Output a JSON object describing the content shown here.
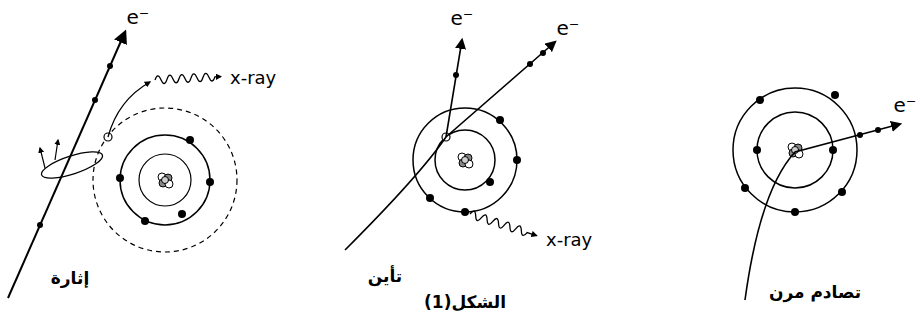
{
  "diagram": {
    "caption": "الشكل(1)",
    "labels": [
      "e⁻",
      "x-ray",
      "إثارة",
      "e⁻",
      "e⁻",
      "x-ray",
      "تأين",
      "e⁻",
      "تصادم مرن"
    ]
  }
}
